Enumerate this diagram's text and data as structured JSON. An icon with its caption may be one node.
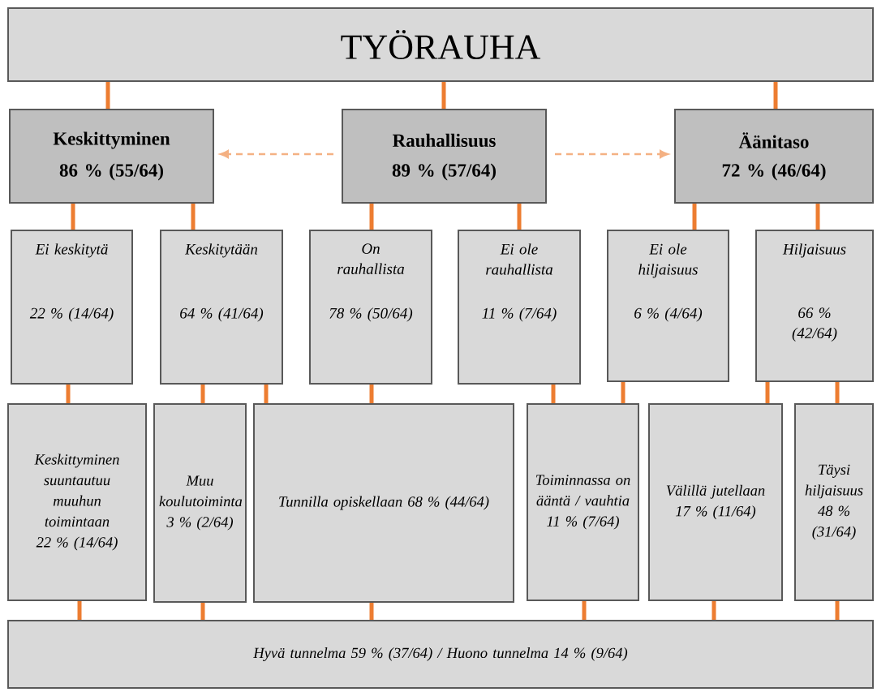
{
  "diagram": {
    "nodes": [
      {
        "text": [
          "TYÖRAUHA"
        ]
      },
      {
        "text": [
          "Keskittyminen",
          "86 % (55/64)"
        ]
      },
      {
        "text": [
          "Rauhallisuus",
          "89 % (57/64)"
        ]
      },
      {
        "text": [
          "Äänitaso",
          "72 % (46/64)"
        ]
      },
      {
        "text": [
          "Ei keskitytä",
          "22 % (14/64)"
        ]
      },
      {
        "text": [
          "Keskitytään",
          "64 % (41/64)"
        ]
      },
      {
        "text": [
          "On rauhallista",
          "78 % (50/64)"
        ]
      },
      {
        "text": [
          "Ei ole rauhallista",
          "11 % (7/64)"
        ]
      },
      {
        "text": [
          "Ei ole hiljaisuus",
          "6 % (4/64)"
        ]
      },
      {
        "text": [
          "Hiljaisuus",
          "66 % (42/64)"
        ]
      },
      {
        "text": [
          "Keskittyminen suuntautuu muuhun toimintaan 22 % (14/64)"
        ]
      },
      {
        "text": [
          "Muu koulutoiminta 3 % (2/64)"
        ]
      },
      {
        "text": [
          "Tunnilla opiskellaan 68 % (44/64)"
        ]
      },
      {
        "text": [
          "Toiminnassa on ääntä / vauhtia 11 % (7/64)"
        ]
      },
      {
        "text": [
          "Välillä jutellaan 17 % (11/64)"
        ]
      },
      {
        "text": [
          "Täysi hiljaisuus 48 % (31/64)"
        ]
      },
      {
        "text": [
          "Hyvä tunnelma 59 % (37/64) / Huono tunnelma 14 % (9/64)"
        ]
      }
    ],
    "edges": [
      {
        "from": 0,
        "to": 1,
        "arrow": "none"
      },
      {
        "from": 0,
        "to": 2,
        "arrow": "none"
      },
      {
        "from": 0,
        "to": 3,
        "arrow": "none"
      },
      {
        "from": 2,
        "to": 1,
        "arrow": "to",
        "style": "dashed",
        "color": "#f4b183"
      },
      {
        "from": 2,
        "to": 3,
        "arrow": "to",
        "style": "dashed",
        "color": "#f4b183"
      },
      {
        "from": 1,
        "to": 4,
        "arrow": "none"
      },
      {
        "from": 1,
        "to": 5,
        "arrow": "none"
      },
      {
        "from": 2,
        "to": 6,
        "arrow": "none"
      },
      {
        "from": 2,
        "to": 7,
        "arrow": "none"
      },
      {
        "from": 3,
        "to": 8,
        "arrow": "none"
      },
      {
        "from": 3,
        "to": 9,
        "arrow": "none"
      },
      {
        "from": 4,
        "to": 10,
        "arrow": "none"
      },
      {
        "from": 5,
        "to": 11,
        "arrow": "none"
      },
      {
        "from": 5,
        "to": 12,
        "arrow": "none"
      },
      {
        "from": 6,
        "to": 12,
        "arrow": "none"
      },
      {
        "from": 7,
        "to": 13,
        "arrow": "none"
      },
      {
        "from": 8,
        "to": 13,
        "arrow": "none"
      },
      {
        "from": 9,
        "to": 14,
        "arrow": "none"
      },
      {
        "from": 9,
        "to": 15,
        "arrow": "none"
      },
      {
        "from": 10,
        "to": 16,
        "arrow": "none"
      },
      {
        "from": 11,
        "to": 16,
        "arrow": "none"
      },
      {
        "from": 12,
        "to": 16,
        "arrow": "none"
      },
      {
        "from": 13,
        "to": 16,
        "arrow": "none"
      },
      {
        "from": 14,
        "to": 16,
        "arrow": "none"
      },
      {
        "from": 15,
        "to": 16,
        "arrow": "none"
      }
    ]
  }
}
